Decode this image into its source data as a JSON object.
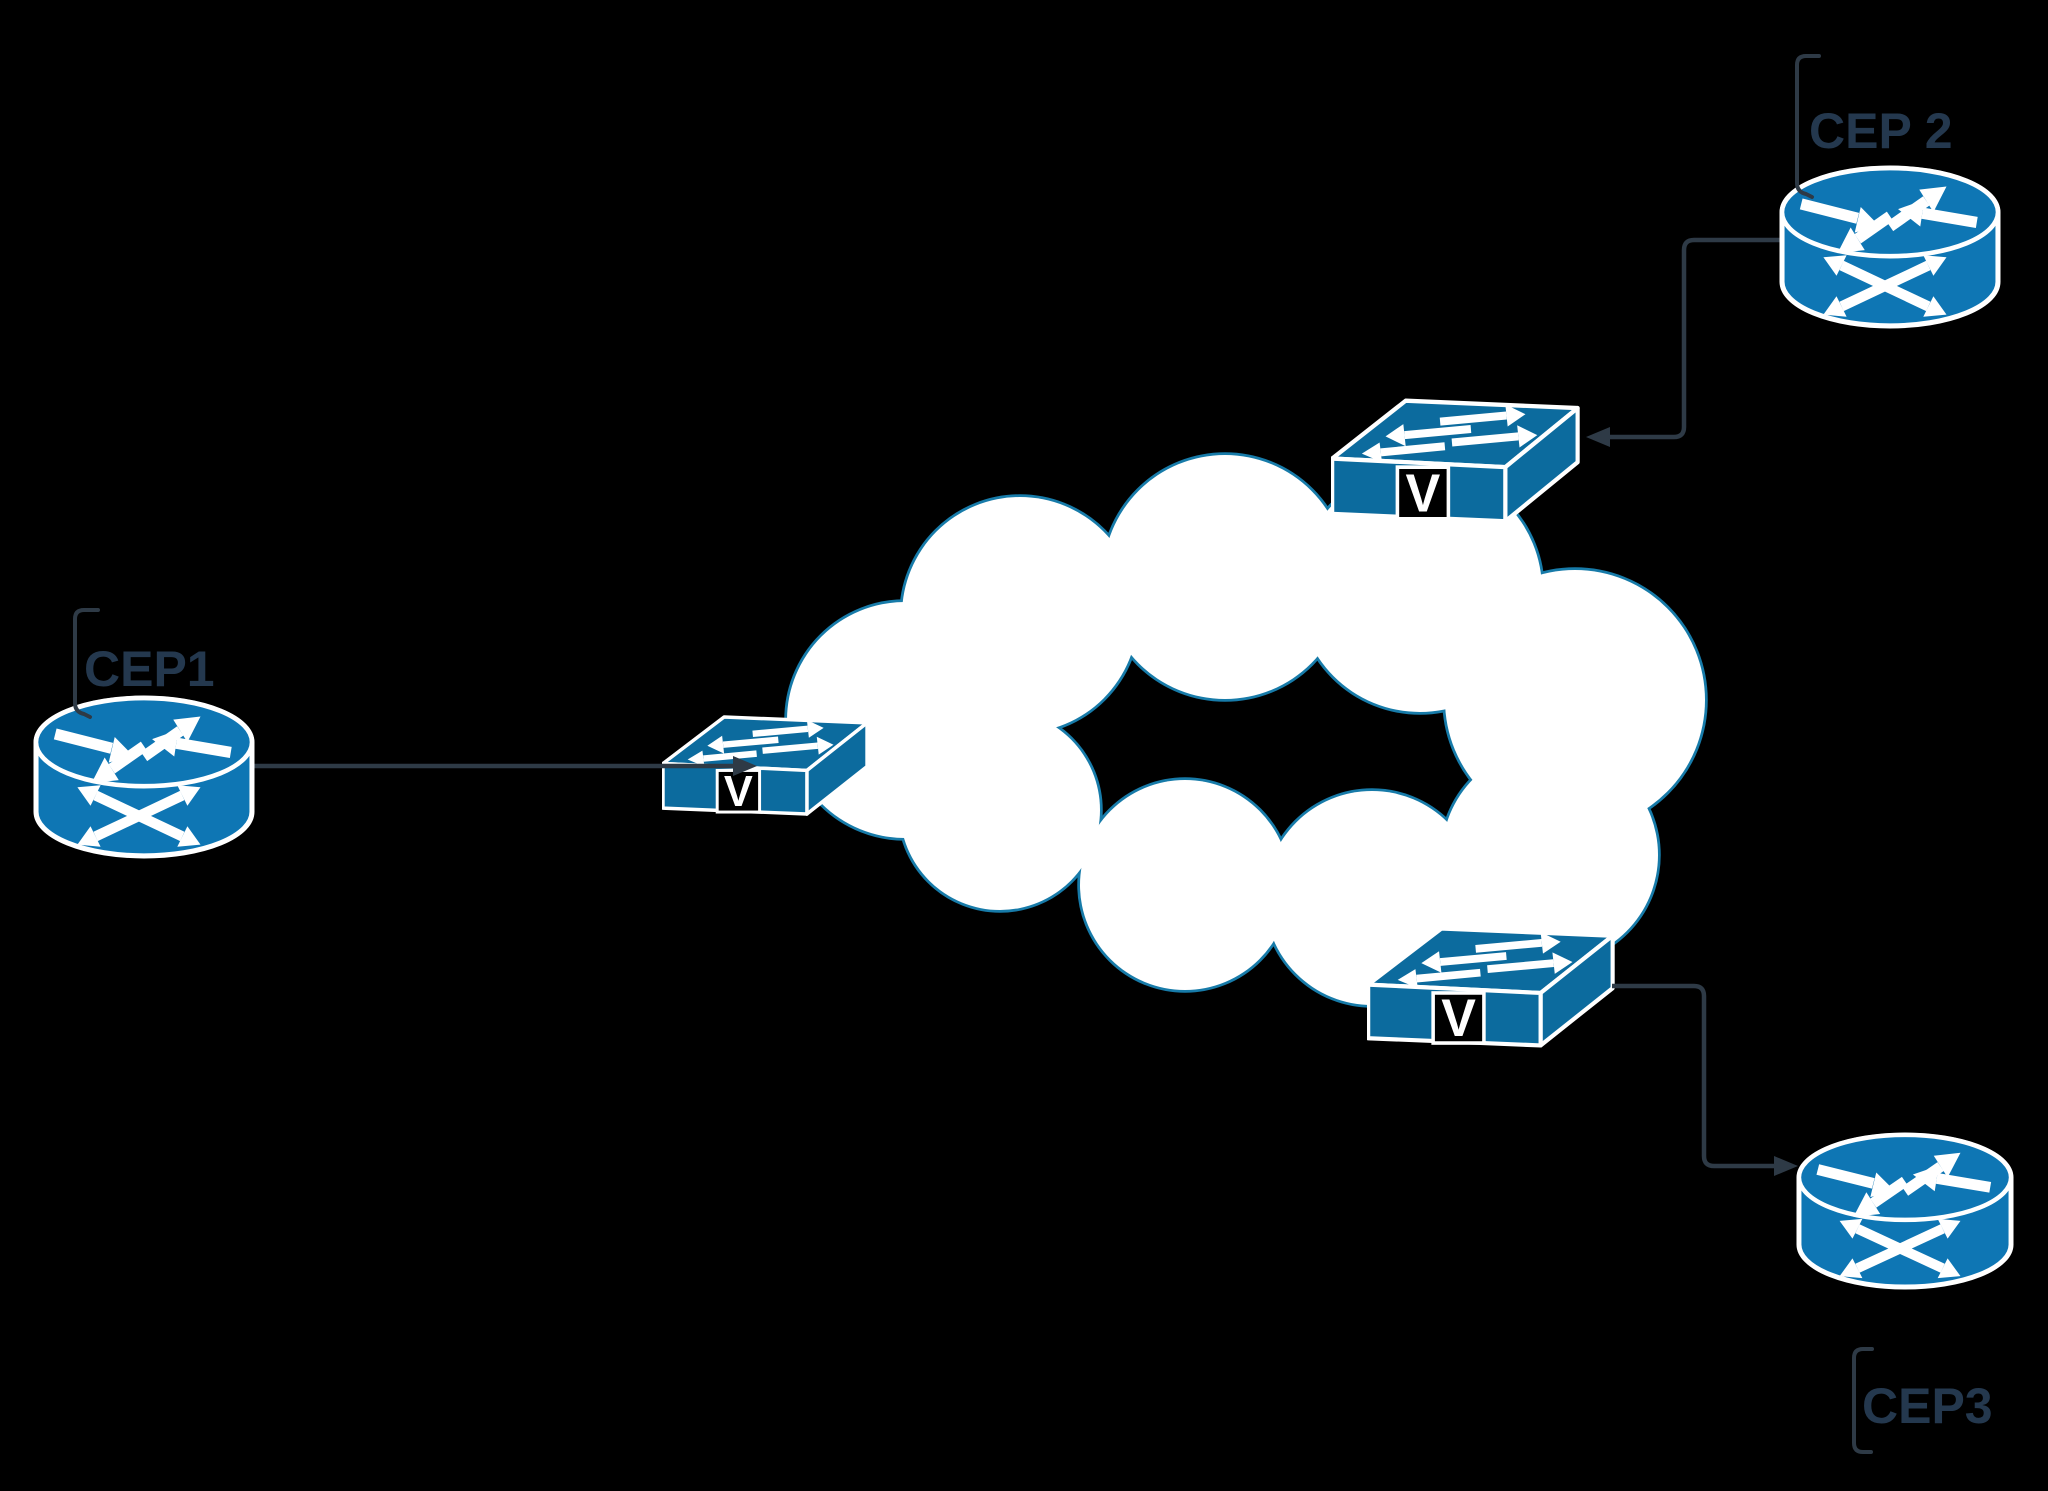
{
  "diagram": {
    "description_visible_elements": "three customer edge routers connected through V-labeled provider edge switches around a service-provider cloud",
    "palette": {
      "background": "#000000",
      "router_blue": "#0e76b4",
      "switch_blue": "#0c6b9e",
      "cloud_fill": "#ffffff",
      "cloud_border": "#177ba9",
      "connector_line": "#2e3a46",
      "label_text": "#24384e",
      "badge_background": "#000000",
      "badge_letter_color": "#ffffff"
    },
    "nodes": {
      "cep1": {
        "label": "CEP1",
        "type": "router"
      },
      "cep2": {
        "label": "CEP 2",
        "type": "router"
      },
      "cep3": {
        "label": "CEP3",
        "type": "router"
      },
      "switch_left": {
        "badge": "V",
        "type": "switch"
      },
      "switch_top_right": {
        "badge": "V",
        "type": "switch"
      },
      "switch_bottom_right": {
        "badge": "V",
        "type": "switch"
      }
    },
    "links": [
      {
        "from": "cep1",
        "to": "switch_left",
        "arrow": "into switch"
      },
      {
        "from": "cep2",
        "to": "switch_top_right",
        "arrow": "into switch"
      },
      {
        "from": "switch_bottom_right",
        "to": "cep3",
        "arrow": "into router"
      }
    ]
  }
}
